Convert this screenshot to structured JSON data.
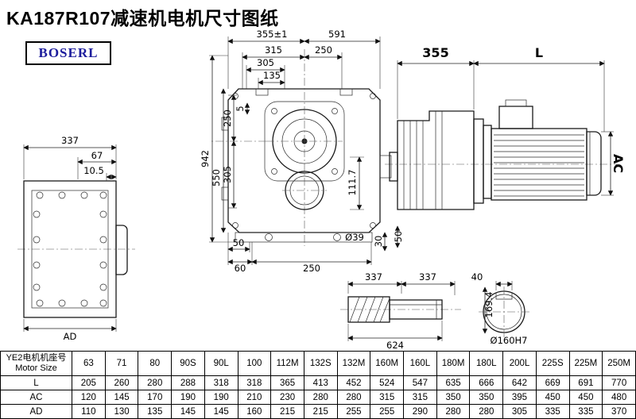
{
  "page": {
    "title": "KA187R107减速机电机尺寸图纸",
    "logo": "BOSERL"
  },
  "side_view": {
    "d337": "337",
    "d67": "67",
    "d105": "10.5",
    "ad": "AD"
  },
  "front_view": {
    "d355t": "355±1",
    "d591": "591",
    "d315": "315",
    "d250a": "250",
    "d305a": "305",
    "d135": "135",
    "d250b": "250",
    "d5": "5",
    "d305b": "305",
    "d550": "550",
    "d942": "942",
    "d1117": "111.7",
    "d50a": "50",
    "d60": "60",
    "d250c": "250",
    "dia39": "Ø39",
    "d30": "30",
    "d50b": "50"
  },
  "right_view": {
    "d355": "355",
    "l": "L",
    "ac": "AC"
  },
  "shaft_view": {
    "d337a": "337",
    "d337b": "337",
    "d40": "40",
    "d1694": "169.4",
    "d624": "624",
    "dia160": "Ø160H7"
  },
  "table": {
    "header_line1": "YE2电机机座号",
    "header_line2": "Motor Size",
    "sizes": [
      "63",
      "71",
      "80",
      "90S",
      "90L",
      "100",
      "112M",
      "132S",
      "132M",
      "160M",
      "160L",
      "180M",
      "180L",
      "200L",
      "225S",
      "225M",
      "250M"
    ],
    "rows": [
      {
        "label": "L",
        "values": [
          "205",
          "260",
          "280",
          "288",
          "318",
          "318",
          "365",
          "413",
          "452",
          "524",
          "547",
          "635",
          "666",
          "642",
          "669",
          "691",
          "770"
        ]
      },
      {
        "label": "AC",
        "values": [
          "120",
          "145",
          "170",
          "190",
          "190",
          "210",
          "230",
          "280",
          "280",
          "315",
          "315",
          "350",
          "350",
          "395",
          "450",
          "450",
          "480"
        ]
      },
      {
        "label": "AD",
        "values": [
          "110",
          "130",
          "135",
          "145",
          "145",
          "160",
          "215",
          "215",
          "255",
          "255",
          "290",
          "280",
          "280",
          "305",
          "335",
          "335",
          "370"
        ]
      }
    ]
  }
}
